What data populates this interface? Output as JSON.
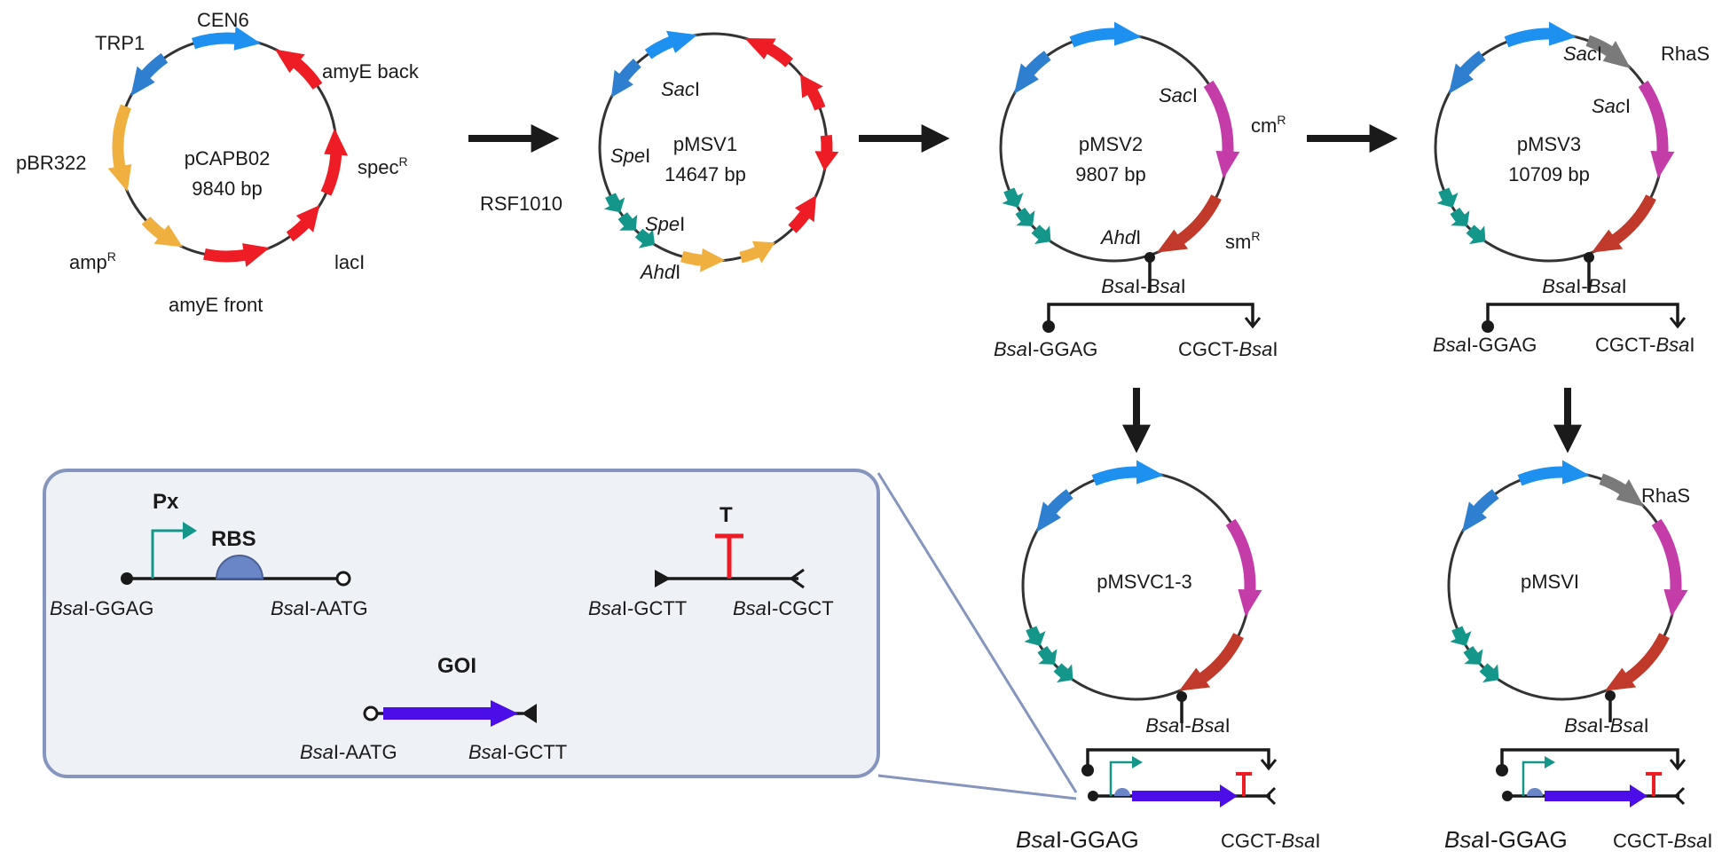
{
  "colors": {
    "blue": "#2f7fd0",
    "lightblue": "#1e90f0",
    "red": "#ee1c25",
    "orange": "#f0b040",
    "teal": "#14968a",
    "magenta": "#c43ca8",
    "darkred": "#c0392b",
    "gray": "#7a7a7a",
    "purple": "#4b0ee8",
    "rbs": "#6b86c6",
    "inset_bg": "#eef1f6",
    "inset_border": "#8595bd"
  },
  "plasmids": {
    "pcapb02": {
      "name": "pCAPB02",
      "size": "9840 bp",
      "labels": {
        "cen6": "CEN6",
        "trp1": "TRP1",
        "amye_back": "amyE back",
        "pbr322": "pBR322",
        "spec": "spec",
        "spec_sup": "R",
        "amp": "amp",
        "amp_sup": "R",
        "laci": "lacI",
        "amye_front": "amyE front"
      }
    },
    "pmsv1": {
      "name": "pMSV1",
      "size": "14647 bp",
      "labels": {
        "saci_it": "Sac",
        "saci_rest": "I",
        "spei1_it": "Spe",
        "spei1_rest": "I",
        "spei2_it": "Spe",
        "spei2_rest": "I",
        "ahdi_it": "Ahd",
        "ahdi_rest": "I",
        "rsf1010": "RSF1010"
      }
    },
    "pmsv2": {
      "name": "pMSV2",
      "size": "9807 bp",
      "labels": {
        "saci_it": "Sac",
        "saci_rest": "I",
        "cm": "cm",
        "cm_sup": "R",
        "ahdi_it": "Ahd",
        "ahdi_rest": "I",
        "sm": "sm",
        "sm_sup": "R",
        "bsai_a_it": "Bsa",
        "bsai_a_rest": "I-",
        "bsai_b_it": "Bsa",
        "bsai_b_rest": "I",
        "left_it": "Bsa",
        "left_rest": "I-GGAG",
        "right_pre": "CGCT-",
        "right_it": "Bsa",
        "right_rest": "I"
      }
    },
    "pmsv3": {
      "name": "pMSV3",
      "size": "10709 bp",
      "labels": {
        "saci1_it": "Sac",
        "saci1_rest": "I",
        "rhas": "RhaS",
        "saci2_it": "Sac",
        "saci2_rest": "I",
        "bsai_a_it": "Bsa",
        "bsai_a_rest": "I-",
        "bsai_b_it": "Bsa",
        "bsai_b_rest": "I",
        "left_it": "Bsa",
        "left_rest": "I-GGAG",
        "right_pre": "CGCT-",
        "right_it": "Bsa",
        "right_rest": "I"
      }
    },
    "pmsvc": {
      "name": "pMSVC1-3",
      "labels": {
        "bsai_a_it": "Bsa",
        "bsai_a_rest": "I-",
        "bsai_b_it": "Bsa",
        "bsai_b_rest": "I",
        "left_it": "Bsa",
        "left_rest": "I-GGAG",
        "right_pre": "CGCT-",
        "right_it": "Bsa",
        "right_rest": "I"
      }
    },
    "pmsvi": {
      "name": "pMSVI",
      "labels": {
        "rhas": "RhaS",
        "bsai_a_it": "Bsa",
        "bsai_a_rest": "I-",
        "bsai_b_it": "Bsa",
        "bsai_b_rest": "I",
        "left_it": "Bsa",
        "left_rest": "I-GGAG",
        "right_pre": "CGCT-",
        "right_it": "Bsa",
        "right_rest": "I"
      }
    }
  },
  "inset": {
    "px": "Px",
    "rbs": "RBS",
    "t": "T",
    "goi": "GOI",
    "prom_left_it": "Bsa",
    "prom_left_rest": "I-GGAG",
    "prom_right_it": "Bsa",
    "prom_right_rest": "I-AATG",
    "term_left_it": "Bsa",
    "term_left_rest": "I-GCTT",
    "term_right_it": "Bsa",
    "term_right_rest": "I-CGCT",
    "goi_left_it": "Bsa",
    "goi_left_rest": "I-AATG",
    "goi_right_it": "Bsa",
    "goi_right_rest": "I-GCTT"
  }
}
